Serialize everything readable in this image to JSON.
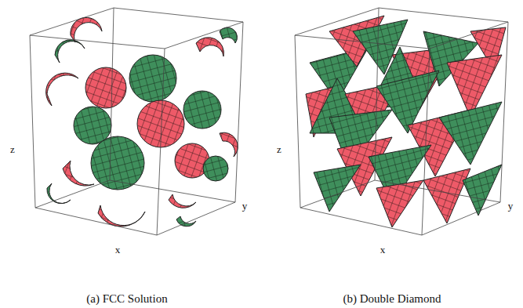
{
  "diagram": {
    "labels": [
      "z",
      "y",
      "x",
      "z",
      "y",
      "x",
      "(a) FCC Solution",
      "(b) Double Diamond"
    ]
  }
}
